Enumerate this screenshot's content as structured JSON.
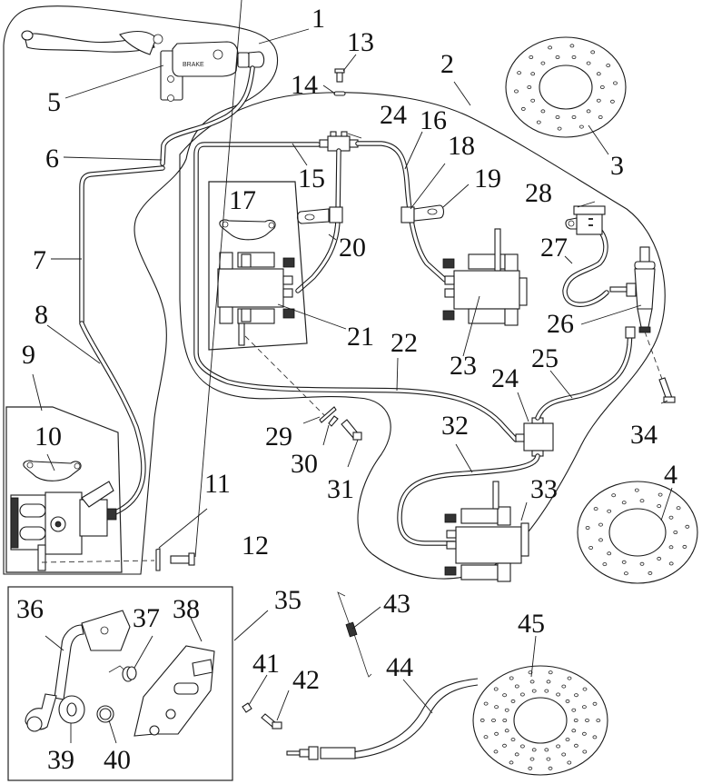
{
  "diagram": {
    "title": "Brake system exploded parts diagram",
    "callouts": [
      {
        "id": "1",
        "part": "front brake assembly boundary"
      },
      {
        "id": "2",
        "part": "rear brake assembly boundary"
      },
      {
        "id": "3",
        "part": "brake disc (upper)"
      },
      {
        "id": "4",
        "part": "brake disc (lower)"
      },
      {
        "id": "5",
        "part": "front brake master cylinder with lever"
      },
      {
        "id": "6",
        "part": "brake hose"
      },
      {
        "id": "7",
        "part": "brake line"
      },
      {
        "id": "8",
        "part": "brake hose"
      },
      {
        "id": "9",
        "part": "front caliper assembly"
      },
      {
        "id": "10",
        "part": "brake pad"
      },
      {
        "id": "11",
        "part": "washer"
      },
      {
        "id": "12",
        "part": "bolt"
      },
      {
        "id": "13",
        "part": "bolt"
      },
      {
        "id": "14",
        "part": "nut"
      },
      {
        "id": "15",
        "part": "brake line"
      },
      {
        "id": "16",
        "part": "brake hose"
      },
      {
        "id": "17",
        "part": "brake pad"
      },
      {
        "id": "18",
        "part": "hose clamp"
      },
      {
        "id": "19",
        "part": "bracket"
      },
      {
        "id": "20",
        "part": "brake hose"
      },
      {
        "id": "21",
        "part": "caliper"
      },
      {
        "id": "22",
        "part": "brake line"
      },
      {
        "id": "23",
        "part": "caliper"
      },
      {
        "id": "24",
        "part": "three-way junction"
      },
      {
        "id": "25",
        "part": "brake hose"
      },
      {
        "id": "26",
        "part": "rear master cylinder"
      },
      {
        "id": "27",
        "part": "reservoir hose"
      },
      {
        "id": "28",
        "part": "fluid reservoir"
      },
      {
        "id": "29",
        "part": "washer"
      },
      {
        "id": "30",
        "part": "clip"
      },
      {
        "id": "31",
        "part": "bolt"
      },
      {
        "id": "32",
        "part": "brake hose"
      },
      {
        "id": "33",
        "part": "caliper"
      },
      {
        "id": "34",
        "part": "bolt"
      },
      {
        "id": "35",
        "part": "brake pedal assembly"
      },
      {
        "id": "36",
        "part": "brake pedal"
      },
      {
        "id": "37",
        "part": "spring"
      },
      {
        "id": "38",
        "part": "pedal bracket"
      },
      {
        "id": "39",
        "part": "bushing"
      },
      {
        "id": "40",
        "part": "circlip"
      },
      {
        "id": "41",
        "part": "pin"
      },
      {
        "id": "42",
        "part": "bolt"
      },
      {
        "id": "43",
        "part": "return spring"
      },
      {
        "id": "44",
        "part": "parking brake cable"
      },
      {
        "id": "45",
        "part": "brake disc"
      }
    ],
    "master_cylinder_marking": "BRAKE"
  }
}
